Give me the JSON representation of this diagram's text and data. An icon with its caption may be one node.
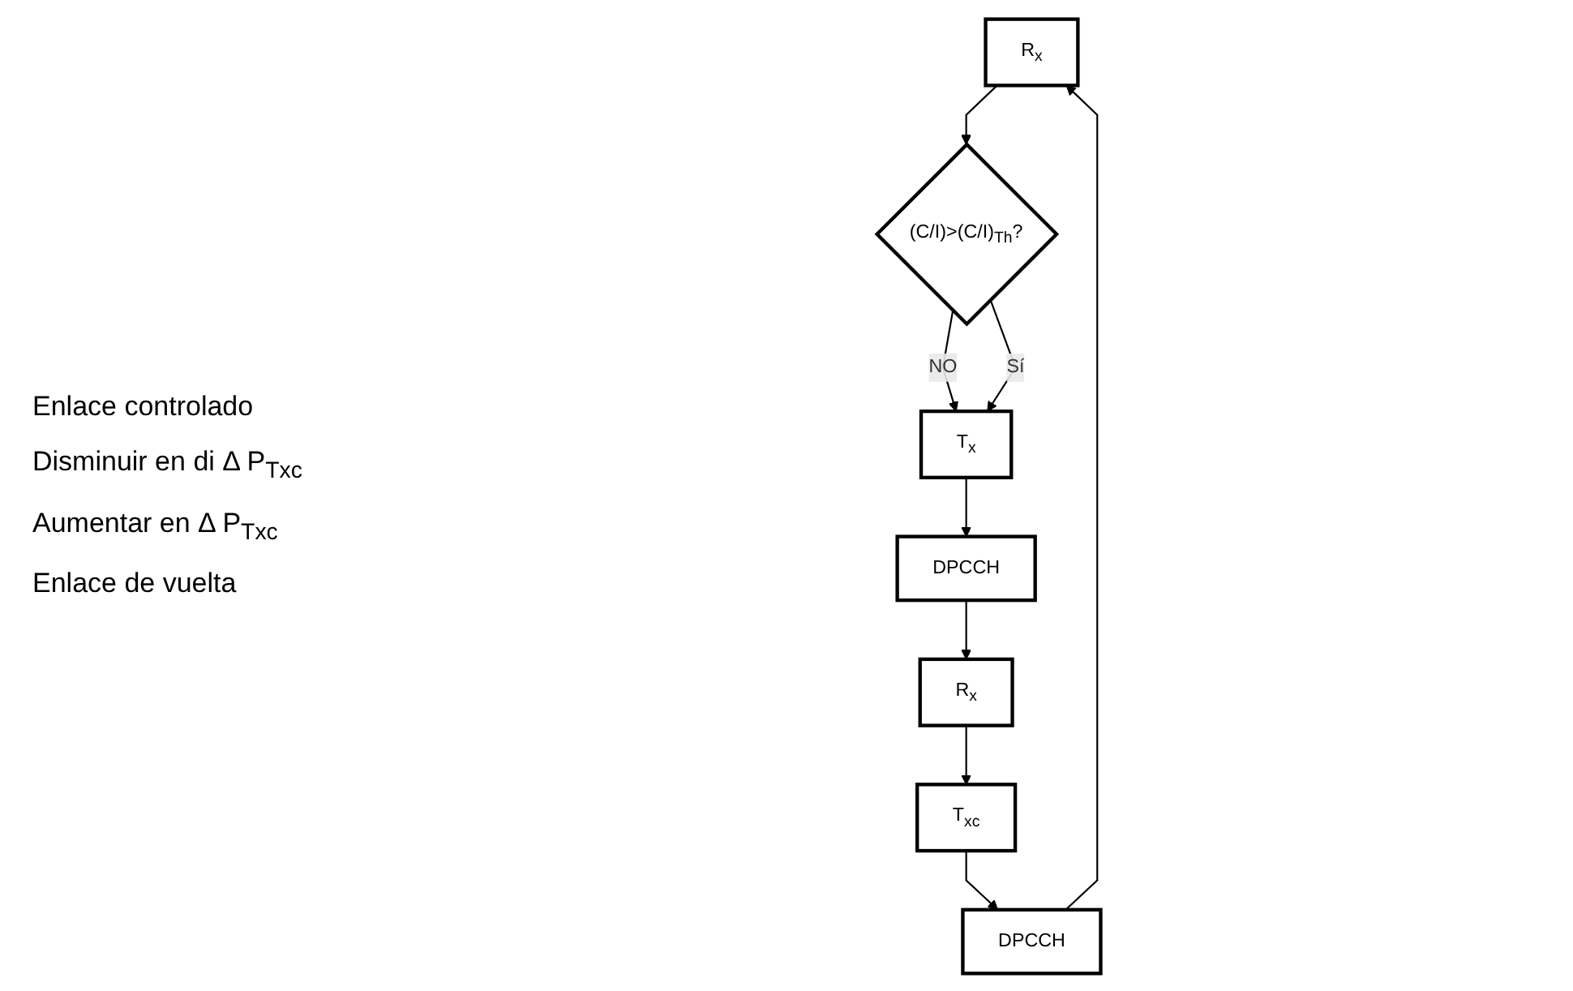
{
  "diagram": {
    "nodes": [
      {
        "text": [
          "R$_{x}$"
        ]
      },
      {
        "text": [
          "DPCCH"
        ]
      },
      {
        "text": [
          "T$_{xc}$"
        ]
      },
      {
        "text": [
          "(C/I)>(C/I)$_{Th}$?"
        ]
      },
      {
        "text": [
          "T$_{x}$"
        ]
      },
      {
        "text": [
          "DPCCH"
        ]
      },
      {
        "text": [
          "R$_{x}$"
        ]
      }
    ],
    "edges": [
      {
        "from": 2,
        "to": 1,
        "arrow": "to"
      },
      {
        "from": 1,
        "to": 0,
        "arrow": "to"
      },
      {
        "from": 0,
        "to": 3,
        "arrow": "to"
      },
      {
        "from": 3,
        "to": 4,
        "arrow": "to",
        "label": "NO"
      },
      {
        "from": 3,
        "to": 4,
        "arrow": "to",
        "label": "Sí"
      },
      {
        "from": 4,
        "to": 5,
        "arrow": "to"
      },
      {
        "from": 5,
        "to": 6,
        "arrow": "to"
      },
      {
        "from": 6,
        "to": 2,
        "arrow": "to"
      }
    ],
    "labels": [
      "Enlace controlado",
      "Disminuir en di Δ P$_{Txc}$",
      "Aumentar en Δ P$_{Txc}$",
      "Enlace de vuelta"
    ]
  }
}
